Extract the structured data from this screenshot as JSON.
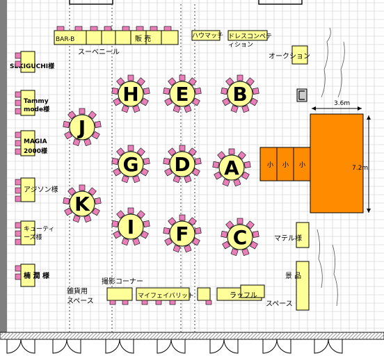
{
  "colors": {
    "grid": "#c8c8c8",
    "table_fill": "#ffff99",
    "chair_fill": "#e87fb8",
    "booth_fill": "#ffff99",
    "stage_fill": "#ff8c00",
    "wall": "#7f7f7f",
    "hatch": "#9a9a9a"
  },
  "tables": [
    {
      "label": "H"
    },
    {
      "label": "E"
    },
    {
      "label": "B"
    },
    {
      "label": "J"
    },
    {
      "label": "G"
    },
    {
      "label": "D"
    },
    {
      "label": "A"
    },
    {
      "label": "K"
    },
    {
      "label": "I"
    },
    {
      "label": "F"
    },
    {
      "label": "C"
    }
  ],
  "booths": {
    "bar_b": "BAR-B",
    "sales": "販 売",
    "sekiguchi": "SEKIGUCHI様",
    "tammy": "Tammy\nmode様",
    "magia": "MAGIA\n2000様",
    "ajon": "アジソン様",
    "cutie": "キューティ\nーズ様",
    "ryo": "楠 澗 様",
    "prizes": "景 品",
    "matel": "マテル様",
    "hawai": "ハウマッチ",
    "dress": "ドレスコンペテ\nィション",
    "auction": "オークション",
    "souvenir": "スーベニール",
    "photo": "撮影コーナー",
    "mic": "雑貨用\nスペース",
    "myface": "マイフェイバリット",
    "raffle": "ラッフル",
    "space": "スペース"
  },
  "stage": {
    "width": "3.6m",
    "height": "7.2m",
    "mic": "小"
  }
}
